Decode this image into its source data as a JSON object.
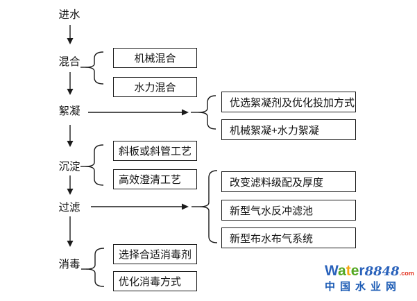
{
  "flowchart": {
    "title_semantic": "water-treatment-process",
    "line_color": "#1a1a1a",
    "stages": [
      {
        "label": "进水",
        "options": []
      },
      {
        "label": "混合",
        "options": [
          "机械混合",
          "水力混合"
        ]
      },
      {
        "label": "絮凝",
        "options": [
          "优选絮凝剂及优化投加方式",
          "机械絮凝+水力絮凝"
        ]
      },
      {
        "label": "沉淀",
        "options": [
          "斜板或斜管工艺",
          "高效澄清工艺"
        ]
      },
      {
        "label": "过滤",
        "options": [
          "改变滤料级配及厚度",
          "新型气水反冲滤池",
          "新型布水布气系统"
        ]
      },
      {
        "label": "消毒",
        "options": [
          "选择合适消毒剂",
          "优化消毒方式"
        ]
      }
    ]
  },
  "watermark": {
    "brand_letters": [
      {
        "char": "W",
        "color": "#2a62bb"
      },
      {
        "char": "a",
        "color": "#54a822"
      },
      {
        "char": "t",
        "color": "#f6a611"
      },
      {
        "char": "e",
        "color": "#54a822"
      },
      {
        "char": "r",
        "color": "#2a62bb"
      }
    ],
    "brand_number": "8848",
    "brand_number_color": "#2a62bb",
    "brand_tld": ".com",
    "brand_tld_color": "#e3321f",
    "subtitle": "中国水业网",
    "subtitle_color": "#1d5cb5"
  }
}
